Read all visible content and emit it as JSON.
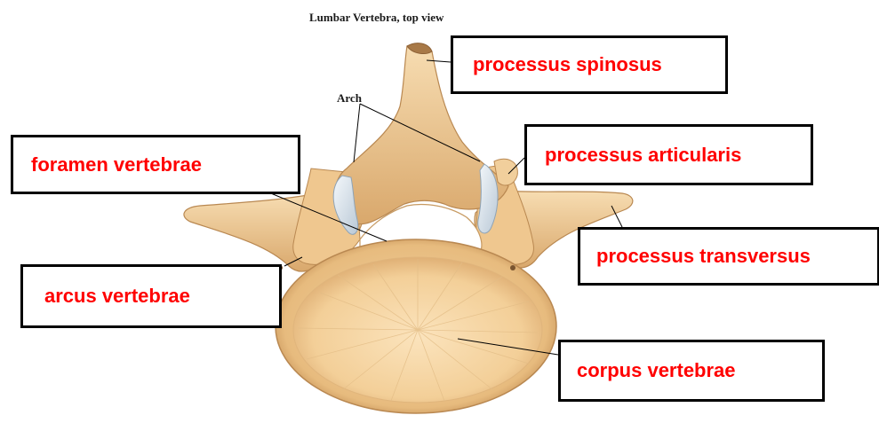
{
  "caption": "Lumbar Vertebra, top view",
  "arch_label": "Arch",
  "labels": {
    "spinosus": "processus spinosus",
    "foramen": "foramen vertebrae",
    "articularis": "processus articularis",
    "transversus": "processus transversus",
    "arcus": "arcus vertebrae",
    "corpus": "corpus vertebrae"
  },
  "colors": {
    "label_text": "#ff0000",
    "box_border": "#000000",
    "bone_light": "#f8dcb0",
    "bone_dark": "#c9955c",
    "facet": "#dfe8f0"
  }
}
